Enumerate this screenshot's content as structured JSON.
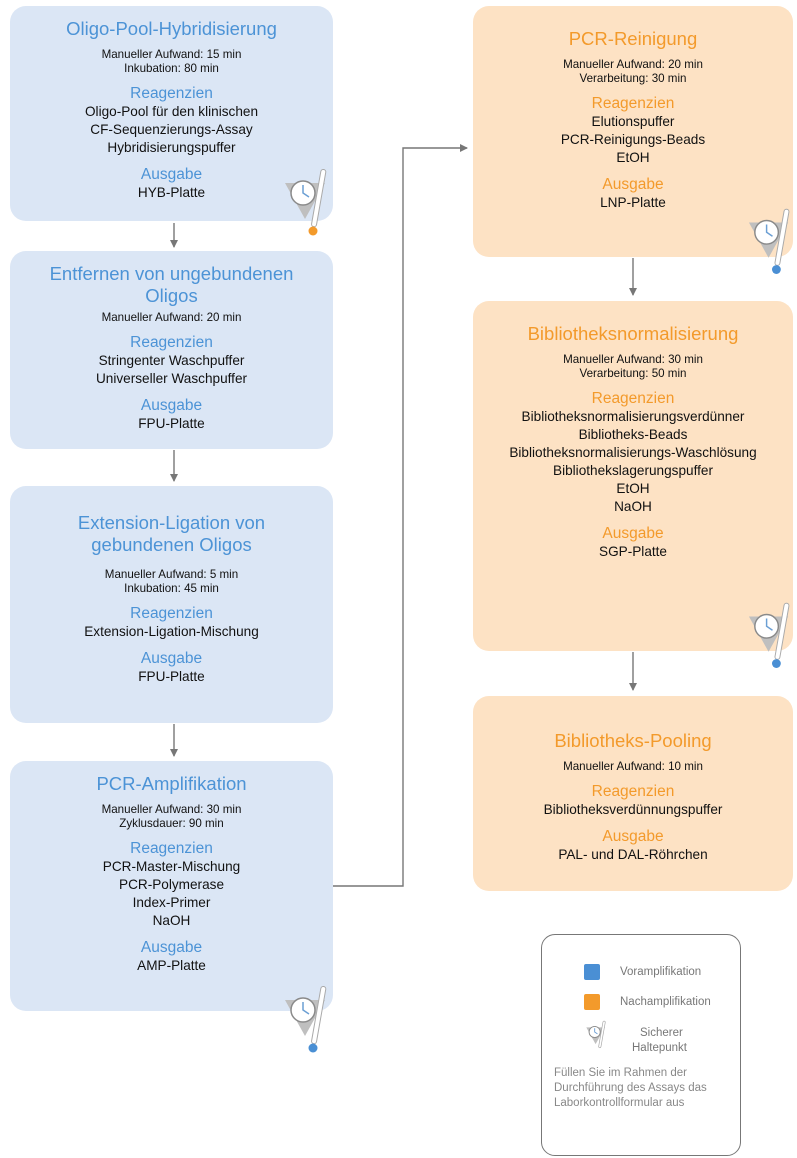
{
  "left_column": [
    {
      "title": "Oligo-Pool-Hybridisierung",
      "meta": [
        "Manueller Aufwand: 15 min",
        "Inkubation: 80 min"
      ],
      "reagents_heading": "Reagenzien",
      "reagents": [
        "Oligo-Pool für den klinischen",
        "CF-Sequenzierungs-Assay",
        "Hybridisierungspuffer"
      ],
      "output_heading": "Ausgabe",
      "output": "HYB-Platte",
      "phase": "Voramplifikation",
      "safe_stop": true
    },
    {
      "title": "Entfernen von ungebundenen Oligos",
      "meta": [
        "Manueller Aufwand: 20 min"
      ],
      "reagents_heading": "Reagenzien",
      "reagents": [
        "Stringenter Waschpuffer",
        "Universeller Waschpuffer"
      ],
      "output_heading": "Ausgabe",
      "output": "FPU-Platte",
      "phase": "Voramplifikation",
      "safe_stop": false
    },
    {
      "title": "Extension-Ligation von gebundenen Oligos",
      "meta": [
        "Manueller Aufwand: 5 min",
        "Inkubation: 45 min"
      ],
      "reagents_heading": "Reagenzien",
      "reagents": [
        "Extension-Ligation-Mischung"
      ],
      "output_heading": "Ausgabe",
      "output": "FPU-Platte",
      "phase": "Voramplifikation",
      "safe_stop": false
    },
    {
      "title": "PCR-Amplifikation",
      "meta": [
        "Manueller Aufwand: 30 min",
        "Zyklusdauer: 90 min"
      ],
      "reagents_heading": "Reagenzien",
      "reagents": [
        "PCR-Master-Mischung",
        "PCR-Polymerase",
        "Index-Primer",
        "NaOH"
      ],
      "output_heading": "Ausgabe",
      "output": "AMP-Platte",
      "phase": "Voramplifikation",
      "safe_stop": true
    }
  ],
  "right_column": [
    {
      "title": "PCR-Reinigung",
      "meta": [
        "Manueller Aufwand: 20 min",
        "Verarbeitung: 30 min"
      ],
      "reagents_heading": "Reagenzien",
      "reagents": [
        "Elutionspuffer",
        "PCR-Reinigungs-Beads",
        "EtOH"
      ],
      "output_heading": "Ausgabe",
      "output": "LNP-Platte",
      "phase": "Nachamplifikation",
      "safe_stop": true
    },
    {
      "title": "Bibliotheksnormalisierung",
      "meta": [
        "Manueller Aufwand: 30 min",
        "Verarbeitung: 50 min"
      ],
      "reagents_heading": "Reagenzien",
      "reagents": [
        "Bibliotheksnormalisierungsverdünner",
        "Bibliotheks-Beads",
        "Bibliotheksnormalisierungs-Waschlösung",
        "Bibliothekslagerungspuffer",
        "EtOH",
        "NaOH"
      ],
      "output_heading": "Ausgabe",
      "output": "SGP-Platte",
      "phase": "Nachamplifikation",
      "safe_stop": true
    },
    {
      "title": "Bibliotheks-Pooling",
      "meta": [
        "Manueller Aufwand: 10 min"
      ],
      "reagents_heading": "Reagenzien",
      "reagents": [
        "Bibliotheksverdünnungspuffer"
      ],
      "output_heading": "Ausgabe",
      "output": "PAL- und DAL-Röhrchen",
      "phase": "Nachamplifikation",
      "safe_stop": false
    }
  ],
  "legend": {
    "pre_label": "Voramplifikation",
    "post_label": "Nachamplifikation",
    "stop_label_1": "Sicherer",
    "stop_label_2": "Haltepunkt",
    "note": "Füllen Sie im Rahmen der Durchführung des Assays das Laborkontrollformular aus",
    "pre_color": "#4a8fd4",
    "post_color": "#f39a2b"
  }
}
